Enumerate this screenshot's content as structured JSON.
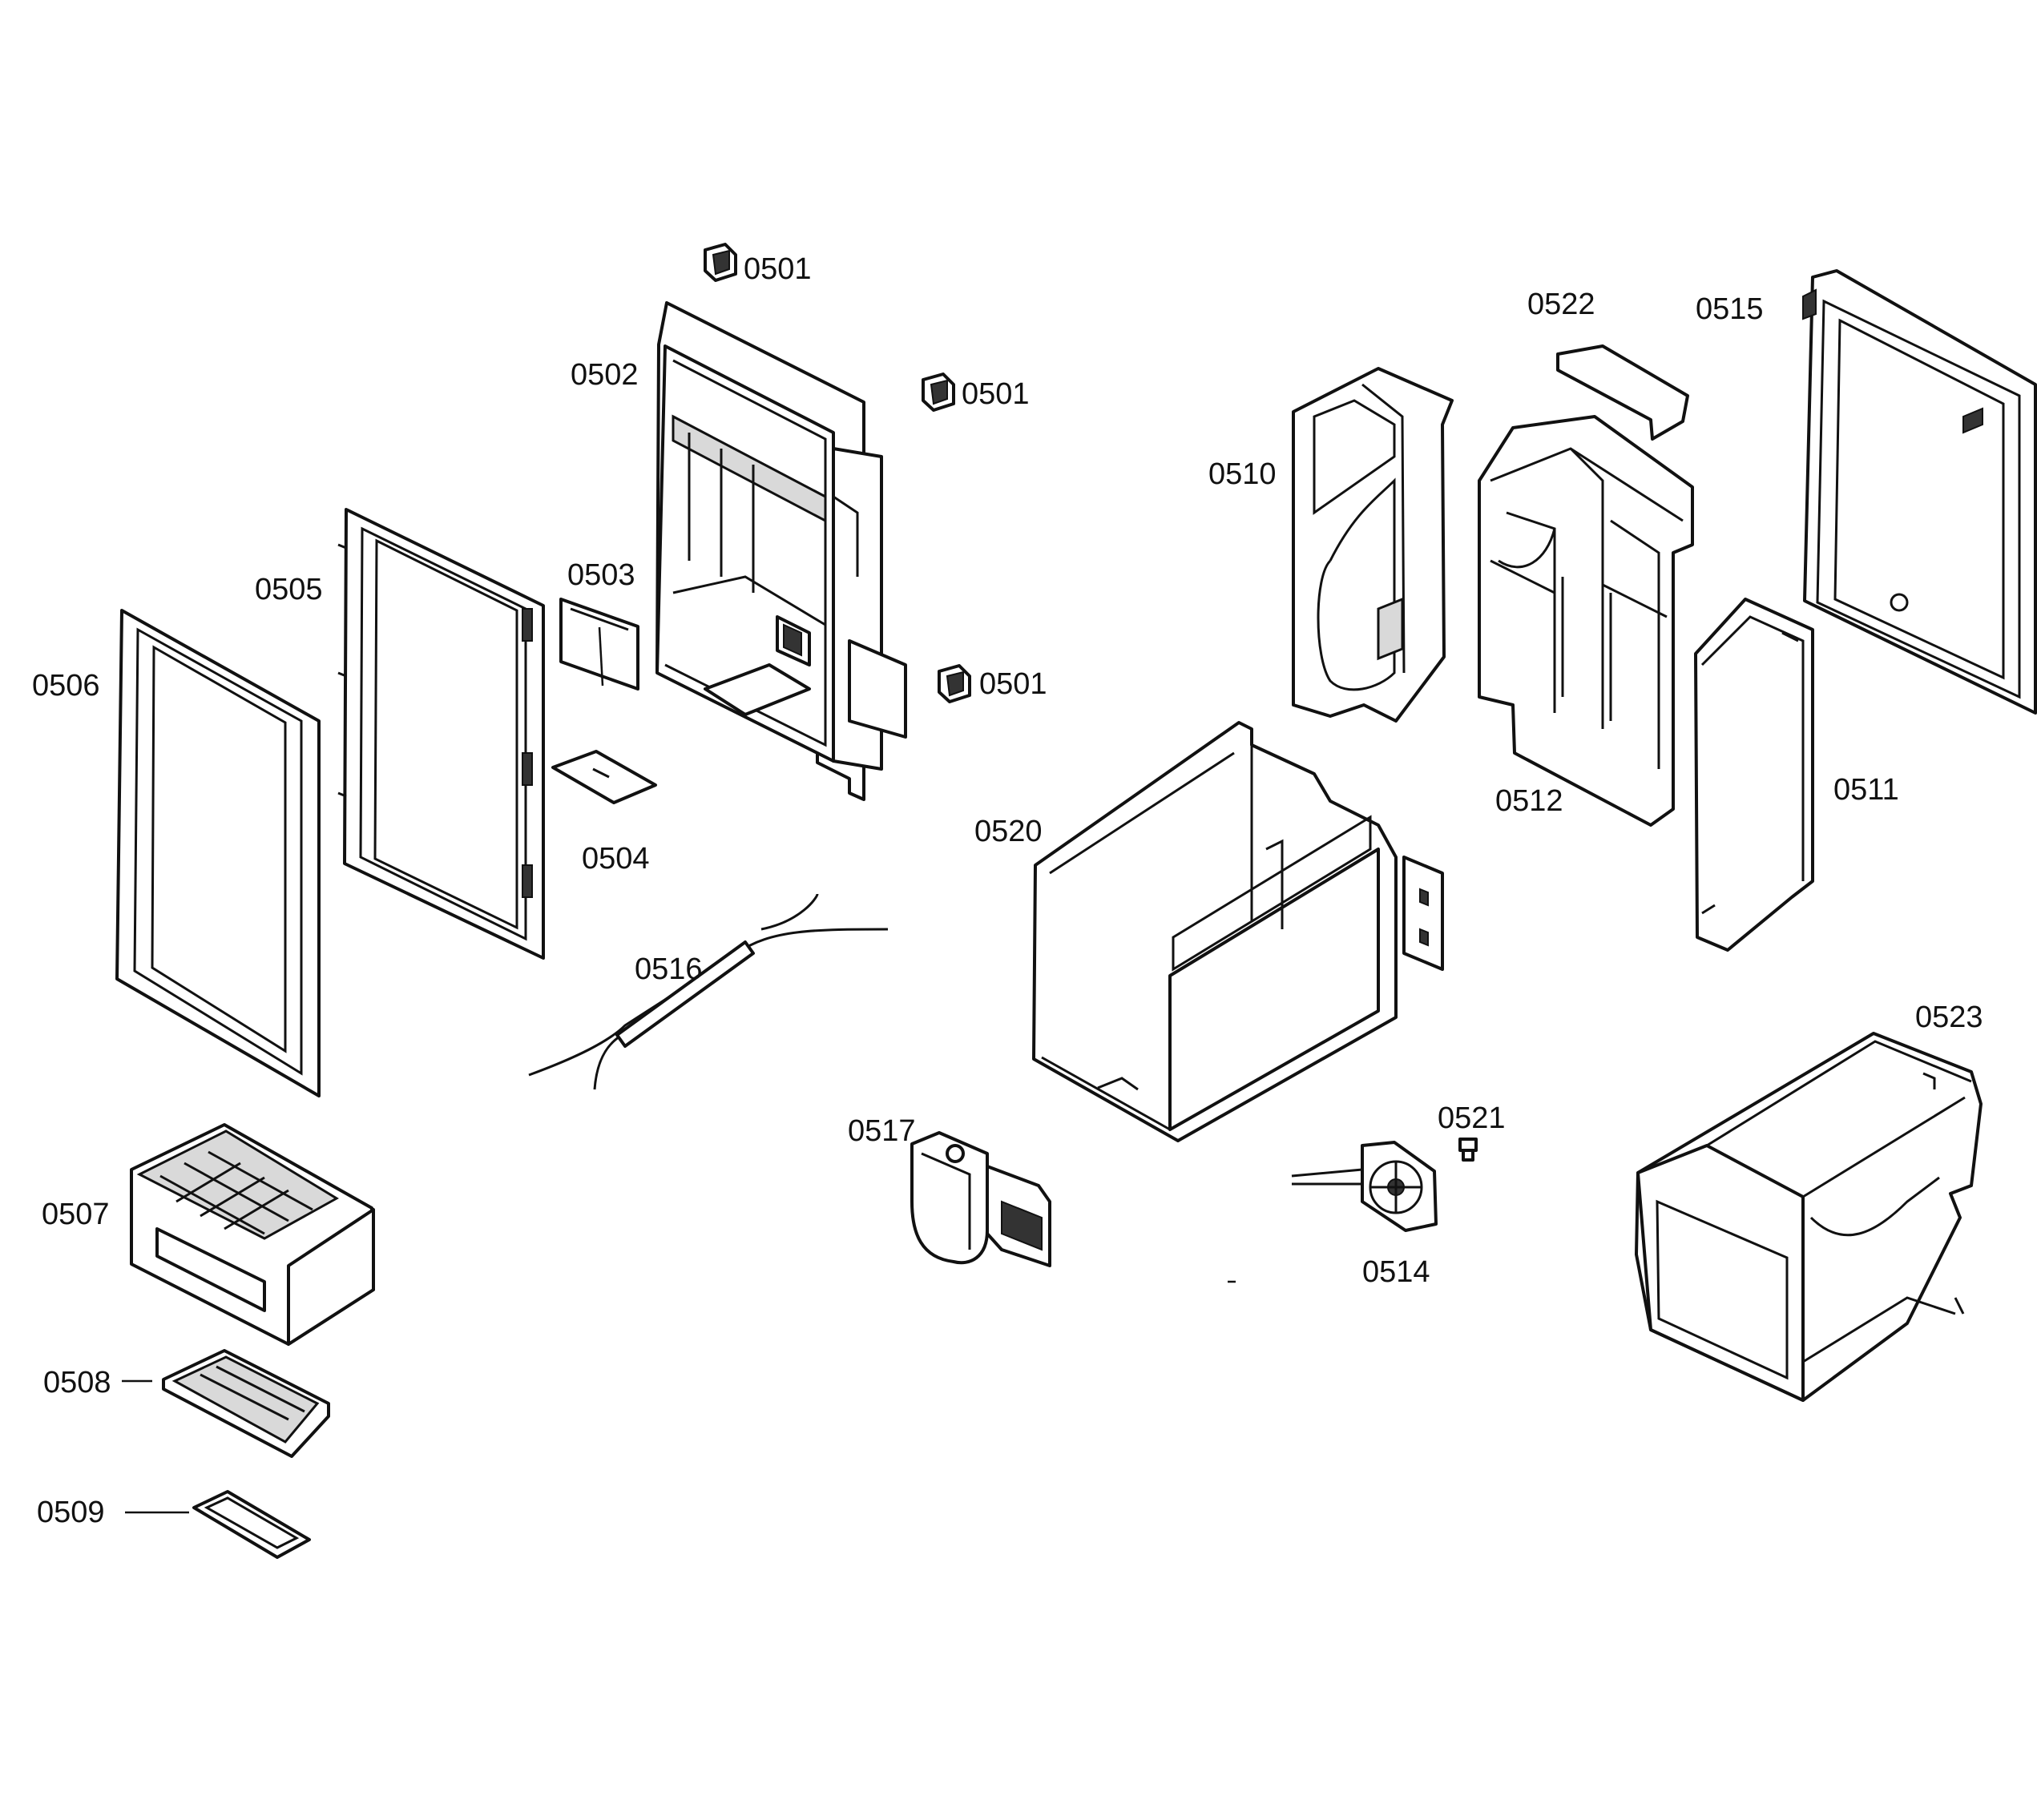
{
  "labels": {
    "p0501a": "0501",
    "p0501b": "0501",
    "p0501c": "0501",
    "p0502": "0502",
    "p0503": "0503",
    "p0504": "0504",
    "p0505": "0505",
    "p0506": "0506",
    "p0507": "0507",
    "p0508": "0508",
    "p0509": "0509",
    "p0510": "0510",
    "p0511": "0511",
    "p0512": "0512",
    "p0514": "0514",
    "p0515": "0515",
    "p0516": "0516",
    "p0517": "0517",
    "p0520": "0520",
    "p0521": "0521",
    "p0522": "0522",
    "p0523": "0523"
  }
}
